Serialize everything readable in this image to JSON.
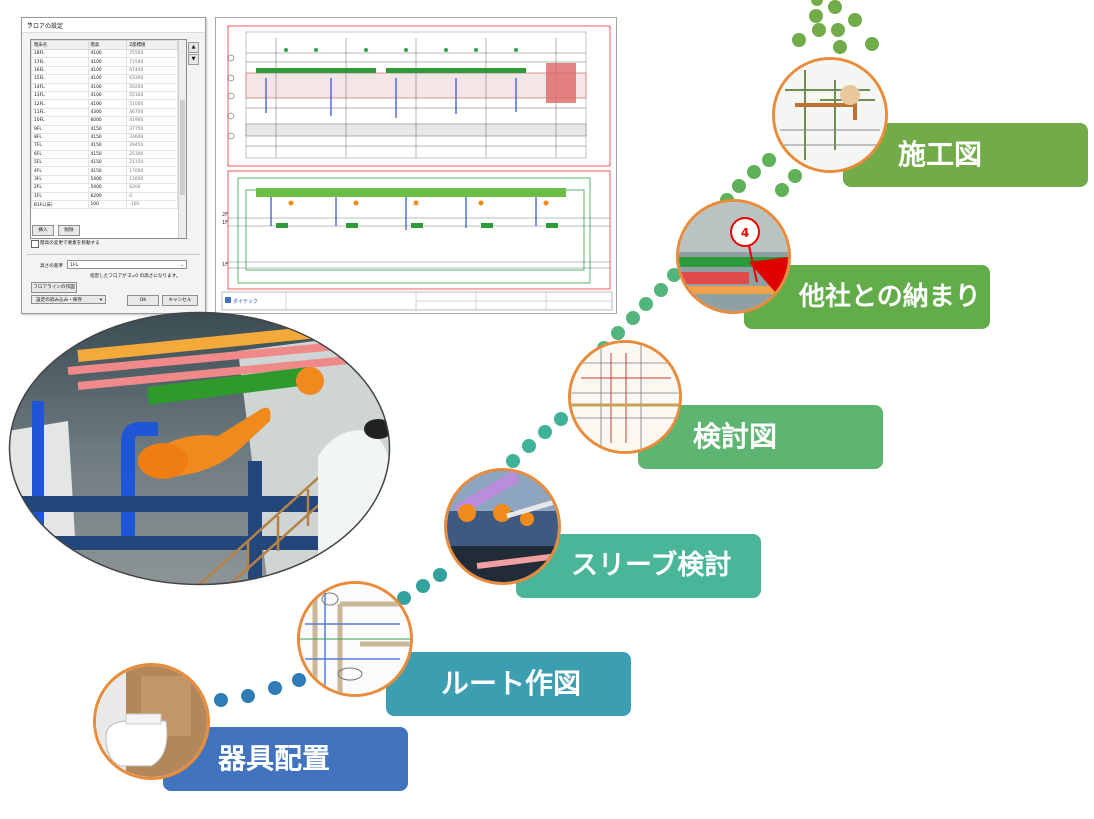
{
  "dialog": {
    "title": "フロアの設定",
    "close_glyph": "×",
    "columns": [
      "階床名",
      "階高",
      "Z座標値"
    ],
    "rows": [
      [
        "18FL",
        "4100",
        "75500"
      ],
      [
        "17FL",
        "4100",
        "71500"
      ],
      [
        "16FL",
        "4100",
        "67400"
      ],
      [
        "15FL",
        "4100",
        "63300"
      ],
      [
        "14FL",
        "4100",
        "59200"
      ],
      [
        "13FL",
        "4100",
        "55100"
      ],
      [
        "12FL",
        "4100",
        "51000"
      ],
      [
        "11FL",
        "4300",
        "46700"
      ],
      [
        "10FL",
        "6000",
        "41900"
      ],
      [
        "9FL",
        "4150",
        "37750"
      ],
      [
        "8FL",
        "4150",
        "33600"
      ],
      [
        "7FL",
        "4150",
        "29450"
      ],
      [
        "6FL",
        "4150",
        "25300"
      ],
      [
        "5FL",
        "4150",
        "21150"
      ],
      [
        "4FL",
        "4150",
        "17000"
      ],
      [
        "3FL",
        "5400",
        "11600"
      ],
      [
        "2FL",
        "5400",
        "6200"
      ],
      [
        "1FL",
        "6200",
        "0"
      ],
      [
        "B1FL(床)",
        "100",
        "-100"
      ]
    ],
    "insert_button": "挿入",
    "delete_button": "削除",
    "move_checkbox_label": "階高の変更で要素を移動する",
    "height_base_label": "高さの基準",
    "height_base_value": "1FL",
    "height_note": "指定したフロアが Z=0 の高さになります。",
    "floorline_button": "フロアラインの作図",
    "load_save_button": "設定の読み込み・保存",
    "ok_button": "OK",
    "cancel_button": "キャンセル"
  },
  "drawing": {
    "logo_text": "ダイテック",
    "floor_labels": [
      "2F",
      "1F",
      "1F"
    ]
  },
  "steps": [
    {
      "label": "施工図",
      "color": "#72ac48"
    },
    {
      "label": "他社との納まり",
      "color": "#62ac4a"
    },
    {
      "label": "検討図",
      "color": "#5db571"
    },
    {
      "label": "スリーブ検討",
      "color": "#49b69a"
    },
    {
      "label": "ルート作図",
      "color": "#3c9eb1"
    },
    {
      "label": "器具配置",
      "color": "#4173be"
    }
  ],
  "callout_number": "4"
}
